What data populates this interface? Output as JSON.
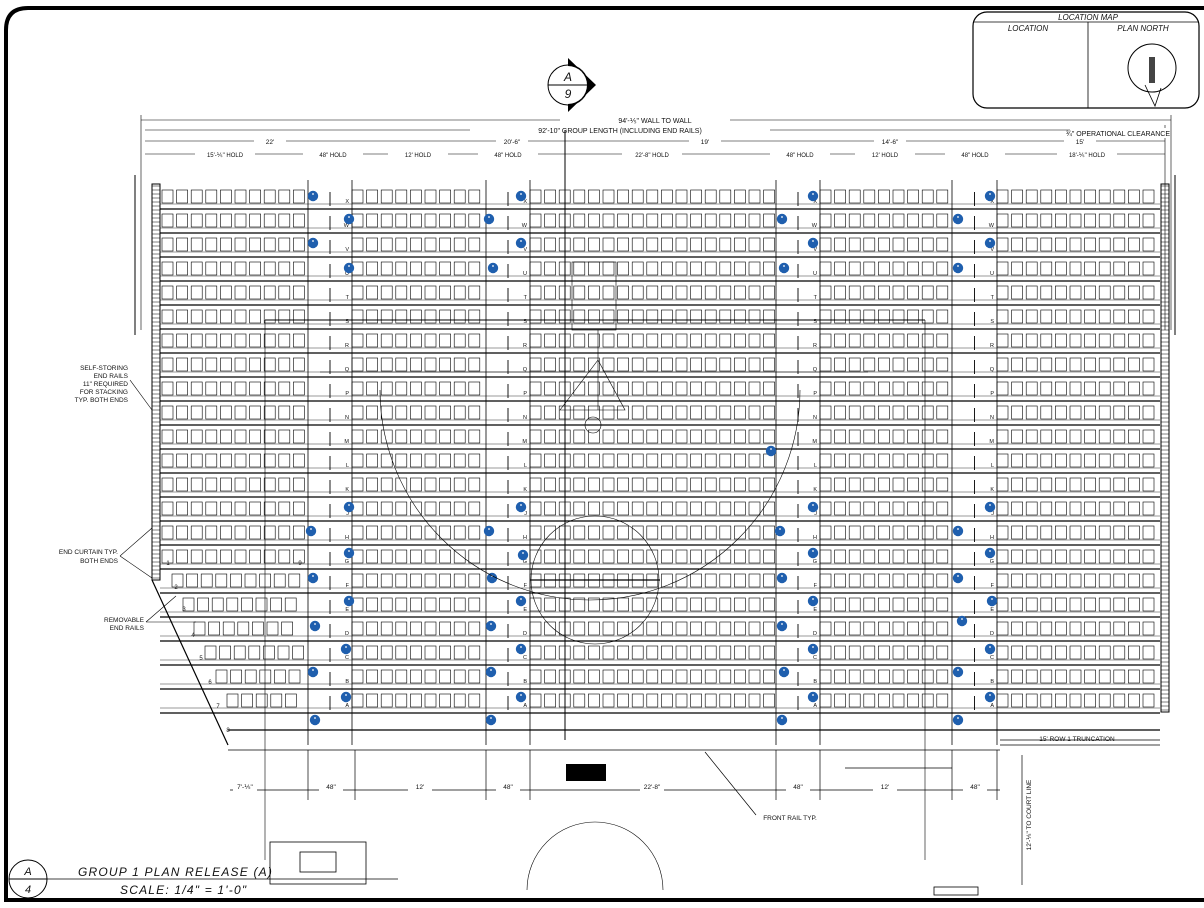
{
  "location_map": {
    "title": "LOCATION MAP",
    "col_location": "LOCATION",
    "col_plan_north": "PLAN NORTH"
  },
  "section_marker": {
    "letter": "A",
    "number": "9"
  },
  "dimensions": {
    "wall_to_wall": "94'-⅕\" WALL TO WALL",
    "group_length": "92'-10\" GROUP LENGTH (INCLUDING END RAILS)",
    "operational_clearance": "¾\" OPERATIONAL CLEARANCE",
    "top_segments": [
      "22'",
      "20'-6\"",
      "19'",
      "14'-6\"",
      "15'"
    ],
    "holds": [
      "15'-⅕\" HOLD",
      "48\" HOLD",
      "12' HOLD",
      "48\" HOLD",
      "22'-8\" HOLD",
      "48\" HOLD",
      "12' HOLD",
      "48\" HOLD",
      "18'-⅕\" HOLD"
    ],
    "bottom_segments": [
      "7'-⅕\"",
      "48\"",
      "12'",
      "48\"",
      "22'-8\"",
      "48\"",
      "12'",
      "48\""
    ],
    "row1_truncation": "15' ROW 1 TRUNCATION",
    "court_line": "12'-⅕\" TO COURT LINE"
  },
  "row_letters": [
    "X",
    "W",
    "V",
    "U",
    "T",
    "S",
    "R",
    "Q",
    "P",
    "N",
    "M",
    "L",
    "K",
    "J",
    "H",
    "G",
    "F",
    "E",
    "D",
    "C",
    "B",
    "A"
  ],
  "annotations": {
    "self_storing": [
      "SELF-STORING",
      "END RAILS",
      "11\" REQUIRED",
      "FOR STACKING",
      "TYP. BOTH ENDS"
    ],
    "end_curtain": [
      "END CURTAIN TYP.",
      "BOTH ENDS"
    ],
    "removable": [
      "REMOVABLE",
      "END RAILS"
    ],
    "front_rail": "FRONT RAIL TYP."
  },
  "row_numbers_left": [
    "1",
    "2",
    "3",
    "4",
    "5",
    "6",
    "7",
    "8",
    "9"
  ],
  "title_block": {
    "marker_letter": "A",
    "marker_number": "4",
    "title": "GROUP 1 PLAN RELEASE (A)",
    "scale": "SCALE: 1/4\" = 1'-0\""
  },
  "colors": {
    "accessible": "#1f5fae",
    "ink": "#111111"
  }
}
